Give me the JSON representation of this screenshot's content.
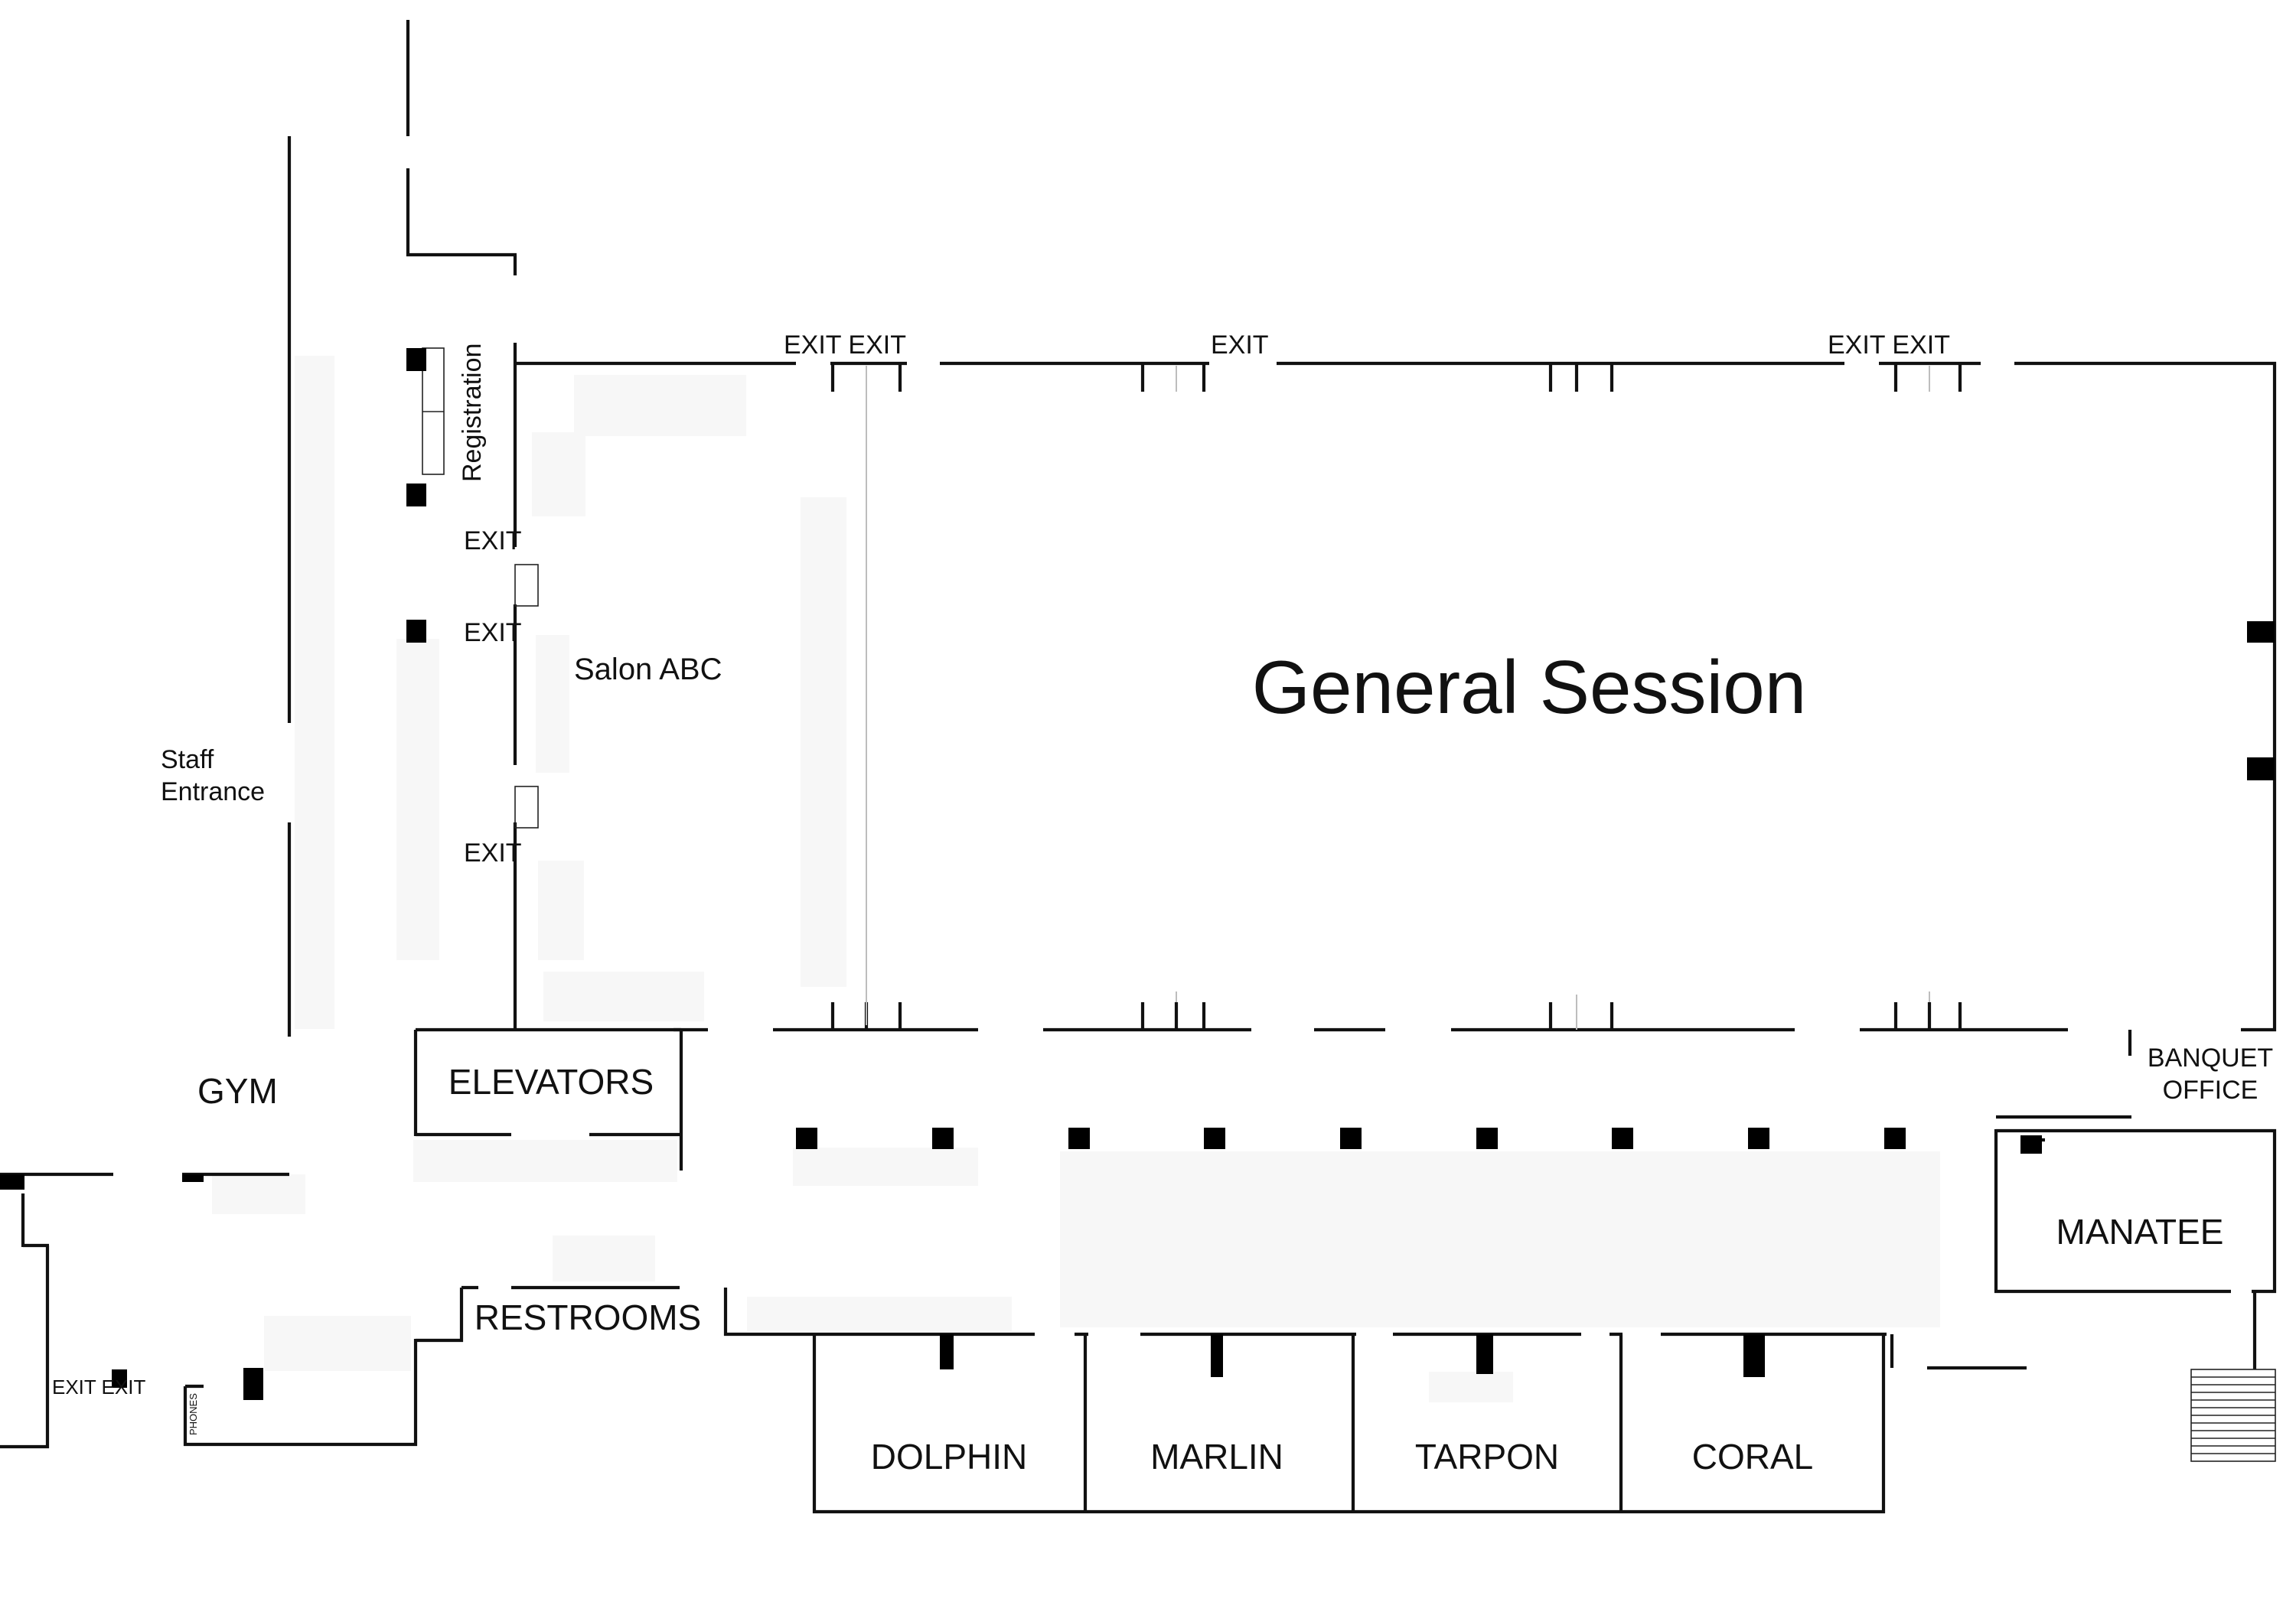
{
  "rooms": {
    "general_session": "General Session",
    "salon": "Salon ABC",
    "registration": "Registration",
    "staff_entrance_line1": "Staff",
    "staff_entrance_line2": "Entrance",
    "gym": "GYM",
    "elevators": "ELEVATORS",
    "restrooms": "RESTROOMS",
    "banquet_office_line1": "BANQUET",
    "banquet_office_line2": "OFFICE",
    "manatee": "MANATEE",
    "dolphin": "DOLPHIN",
    "marlin": "MARLIN",
    "tarpon": "TARPON",
    "coral": "CORAL",
    "phones": "PHONES"
  },
  "exits": {
    "top_left_pair": "EXIT EXIT",
    "top_center": "EXIT",
    "top_right_pair": "EXIT EXIT",
    "west_upper": "EXIT",
    "west_middle": "EXIT",
    "west_lower": "EXIT",
    "southwest_pair": "EXIT EXIT"
  }
}
